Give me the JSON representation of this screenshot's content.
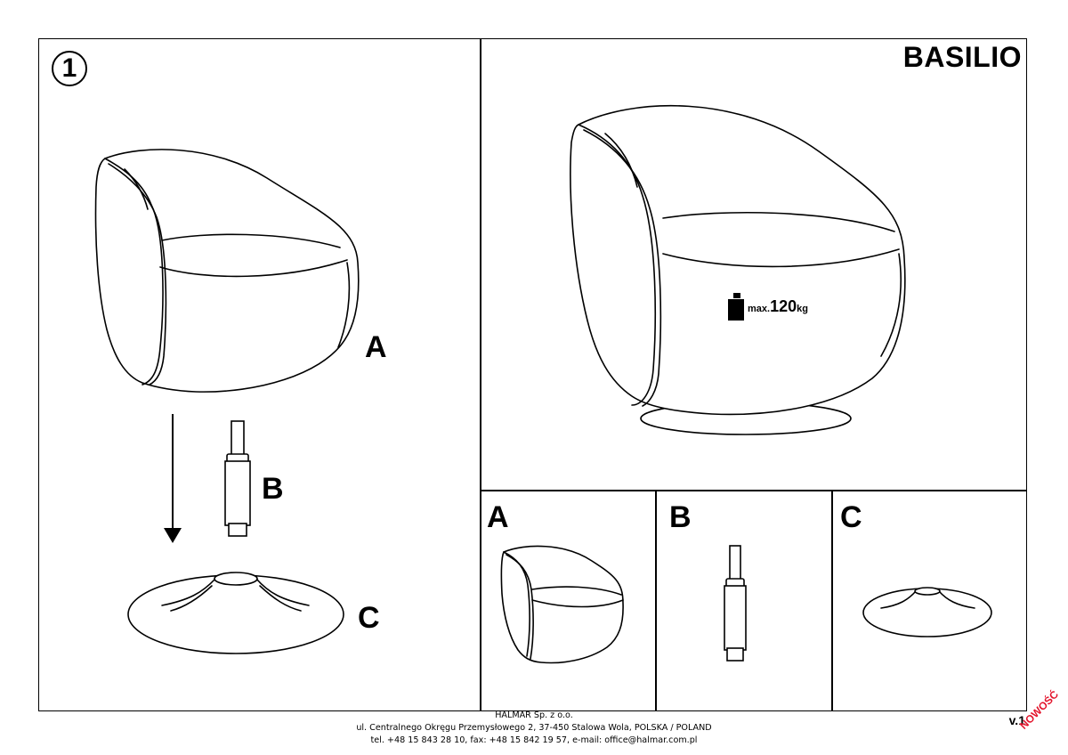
{
  "step_number": "1",
  "product_name": "BASILIO",
  "parts": {
    "a": "A",
    "b": "B",
    "c": "C"
  },
  "weight_limit": {
    "prefix": "max.",
    "value": "120",
    "unit": "kg"
  },
  "footer": {
    "company": "HALMAR Sp. z o.o.",
    "address": "ul. Centralnego Okręgu Przemysłowego 2, 37-450 Stalowa Wola, POLSKA / POLAND",
    "contact": "tel. +48 15 843 28 10, fax: +48 15 842 19 57, e-mail: office@halmar.com.pl"
  },
  "version": "v.1",
  "stamp": "NOWOŚĆ"
}
